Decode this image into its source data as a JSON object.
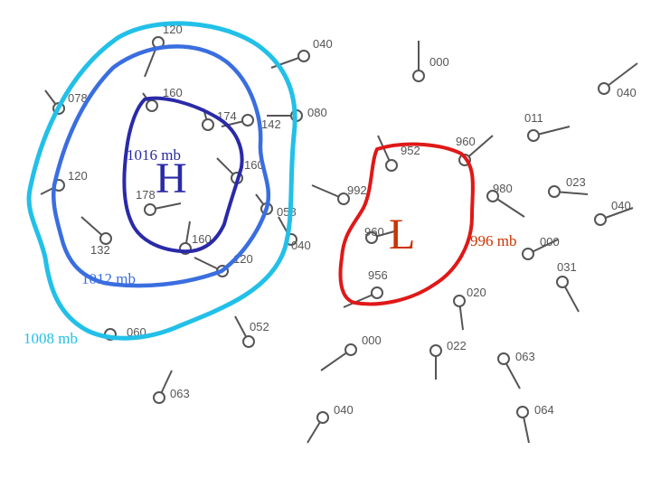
{
  "colors": {
    "iso_1008": "#22c0e8",
    "iso_1012": "#3a6ee0",
    "iso_1016": "#2a2aa8",
    "iso_996": "#e01818",
    "label_996": "#cc3300",
    "high_center": "#2a2aa8",
    "low_center": "#cc3300",
    "station": "#555555"
  },
  "isobars": {
    "iso_1008": "1008 mb",
    "iso_1012": "1012 mb",
    "iso_1016": "1016 mb",
    "iso_996": "996 mb"
  },
  "centers": {
    "high": "H",
    "low": "L"
  },
  "stations": [
    {
      "label": "120"
    },
    {
      "label": "040"
    },
    {
      "label": "000"
    },
    {
      "label": "078"
    },
    {
      "label": "160"
    },
    {
      "label": "174"
    },
    {
      "label": "142"
    },
    {
      "label": "080"
    },
    {
      "label": "011"
    },
    {
      "label": "040"
    },
    {
      "label": "120"
    },
    {
      "label": "178"
    },
    {
      "label": "160"
    },
    {
      "label": "952"
    },
    {
      "label": "960"
    },
    {
      "label": "992"
    },
    {
      "label": "980"
    },
    {
      "label": "023"
    },
    {
      "label": "058"
    },
    {
      "label": "040"
    },
    {
      "label": "960"
    },
    {
      "label": "000"
    },
    {
      "label": "132"
    },
    {
      "label": "160"
    },
    {
      "label": "040"
    },
    {
      "label": "120"
    },
    {
      "label": "031"
    },
    {
      "label": "956"
    },
    {
      "label": "020"
    },
    {
      "label": "060"
    },
    {
      "label": "052"
    },
    {
      "label": "000"
    },
    {
      "label": "022"
    },
    {
      "label": "063"
    },
    {
      "label": "063"
    },
    {
      "label": "040"
    },
    {
      "label": "064"
    }
  ]
}
